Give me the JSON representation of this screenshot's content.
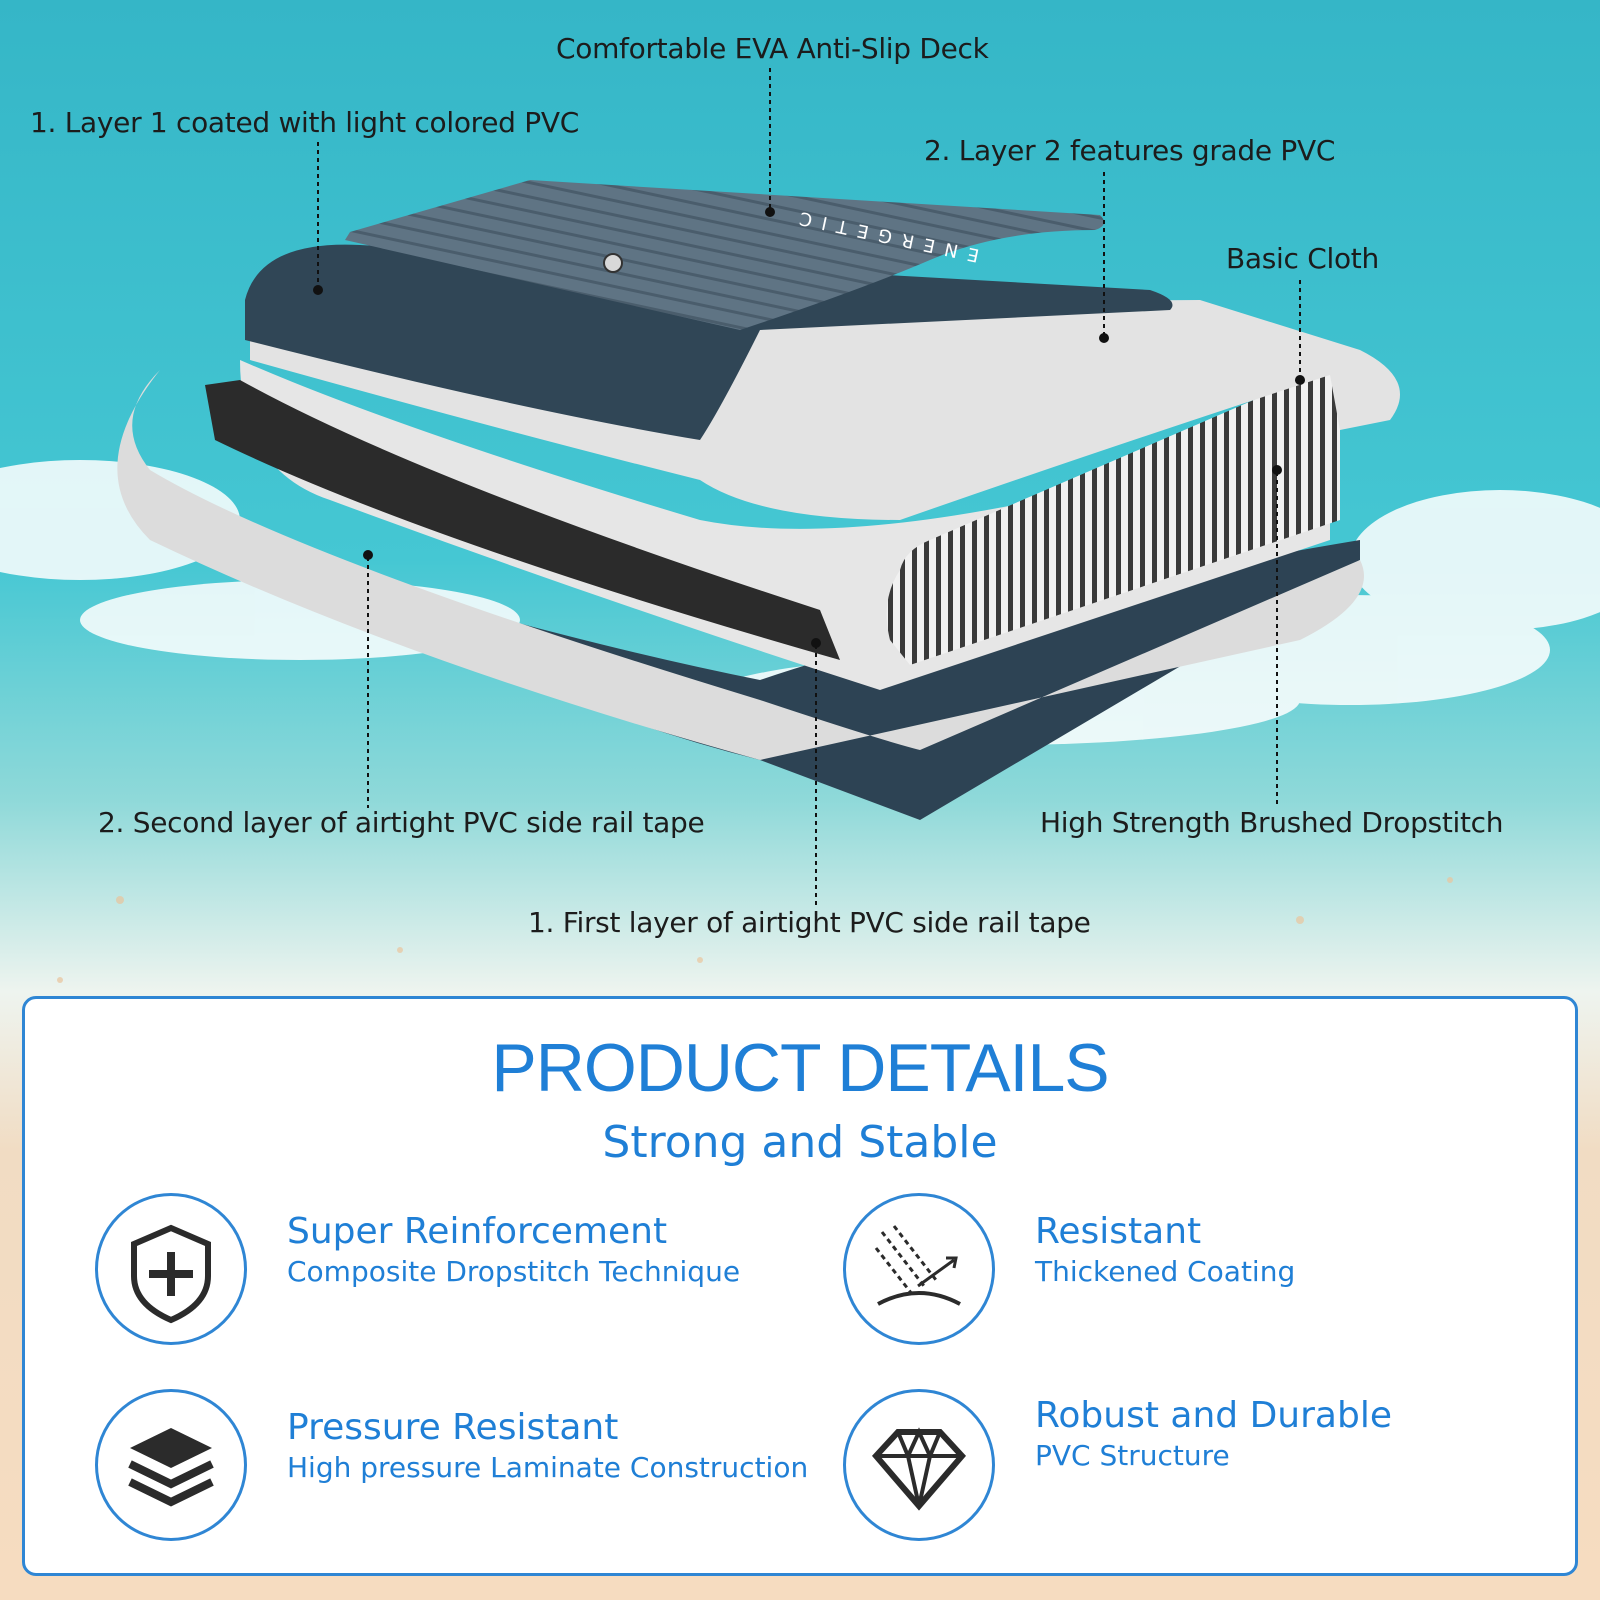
{
  "callouts": {
    "eva_deck": "Comfortable EVA Anti-Slip Deck",
    "layer1": "1. Layer 1 coated with light colored PVC",
    "layer2": "2. Layer 2 features grade PVC",
    "basic_cloth": "Basic Cloth",
    "dropstitch": "High Strength Brushed Dropstitch",
    "second_rail": "2. Second layer of airtight PVC side rail tape",
    "first_rail": "1. First layer of airtight PVC side rail tape"
  },
  "board_brand": "ENERGETIC",
  "details": {
    "title": "PRODUCT DETAILS",
    "subtitle": "Strong and Stable",
    "features": [
      {
        "title": "Super Reinforcement",
        "desc": "Composite Dropstitch Technique",
        "icon": "shield-plus-icon"
      },
      {
        "title": "Resistant",
        "desc": "Thickened Coating",
        "icon": "sun-rays-icon"
      },
      {
        "title": "Pressure Resistant",
        "desc": "High pressure Laminate Construction",
        "icon": "layers-icon"
      },
      {
        "title": "Robust and Durable",
        "desc": "PVC Structure",
        "icon": "diamond-icon"
      }
    ]
  },
  "colors": {
    "accent": "#1f7fd6",
    "navy": "#2c3e50",
    "panel_border": "#2f86d4",
    "ocean": "#3fb8c9",
    "sand": "#f3d6b6"
  }
}
